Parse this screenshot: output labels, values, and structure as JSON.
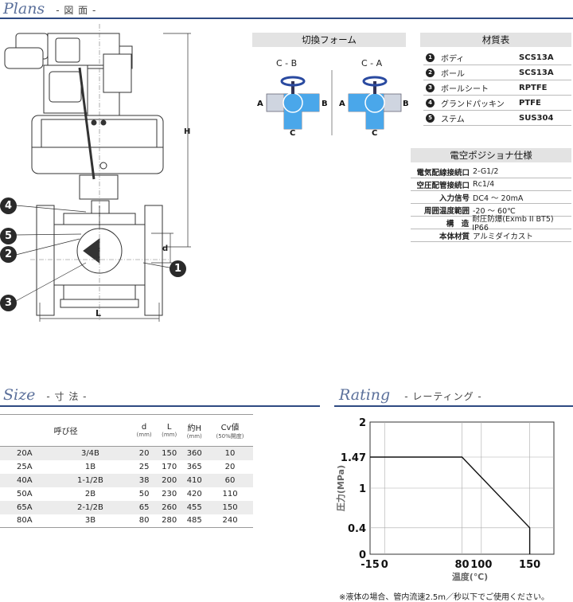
{
  "sections": {
    "plans": {
      "title": "Plans",
      "subtitle": "- 図 面 -"
    },
    "size": {
      "title": "Size",
      "subtitle": "- 寸 法 -"
    },
    "rating": {
      "title": "Rating",
      "subtitle": "- レーティング -"
    }
  },
  "drawing": {
    "dim_H": "H",
    "dim_d": "d",
    "dim_L": "L",
    "callouts": [
      "4",
      "5",
      "2",
      "3",
      "1"
    ]
  },
  "switching": {
    "title": "切換フォーム",
    "left_label": "C - B",
    "right_label": "C - A",
    "port_a": "A",
    "port_b": "B",
    "port_c": "C"
  },
  "materials": {
    "title": "材質表",
    "rows": [
      {
        "num": "1",
        "part": "ボディ",
        "material": "SCS13A"
      },
      {
        "num": "2",
        "part": "ボール",
        "material": "SCS13A"
      },
      {
        "num": "3",
        "part": "ボールシート",
        "material": "RPTFE"
      },
      {
        "num": "4",
        "part": "グランドパッキン",
        "material": "PTFE"
      },
      {
        "num": "5",
        "part": "ステム",
        "material": "SUS304"
      }
    ]
  },
  "positioner": {
    "title": "電空ポジショナ仕様",
    "rows": [
      {
        "key": "電気配線接続口",
        "value": "2-G1/2"
      },
      {
        "key": "空圧配管接続口",
        "value": "Rc1/4"
      },
      {
        "key": "入力信号",
        "value": "DC4 ～ 20mA"
      },
      {
        "key": "周囲温度範囲",
        "value": "-20 ～ 60℃"
      },
      {
        "key": "構　造",
        "value": "耐圧防爆(Exmb II BT5) IP66"
      },
      {
        "key": "本体材質",
        "value": "アルミダイカスト"
      }
    ]
  },
  "size_table": {
    "headers": {
      "nominal": "呼び径",
      "d": "d",
      "L": "L",
      "H": "約H",
      "cv": "Cv値",
      "unit": "(mm)",
      "cv_note": "(50%開度)"
    },
    "rows": [
      [
        "20A",
        "3/4B",
        "20",
        "150",
        "360",
        "10"
      ],
      [
        "25A",
        "1B",
        "25",
        "170",
        "365",
        "20"
      ],
      [
        "40A",
        "1-1/2B",
        "38",
        "200",
        "410",
        "60"
      ],
      [
        "50A",
        "2B",
        "50",
        "230",
        "420",
        "110"
      ],
      [
        "65A",
        "2-1/2B",
        "65",
        "260",
        "455",
        "150"
      ],
      [
        "80A",
        "3B",
        "80",
        "280",
        "485",
        "240"
      ]
    ]
  },
  "chart_data": {
    "type": "line",
    "xlabel": "温度(℃)",
    "ylabel": "圧力(MPa)",
    "xlim": [
      -15,
      175
    ],
    "ylim": [
      0,
      2
    ],
    "x_ticks": [
      -15,
      0,
      80,
      100,
      150
    ],
    "y_ticks": [
      0,
      0.4,
      1,
      1.47,
      2
    ],
    "x_tick_labels": [
      "-15",
      "0",
      "80",
      "100",
      "150"
    ],
    "y_tick_labels": [
      "0",
      "0.4",
      "1",
      "1.47",
      "2"
    ],
    "series": [
      {
        "x": [
          -15,
          80,
          150,
          150
        ],
        "y": [
          1.47,
          1.47,
          0.4,
          0
        ]
      }
    ],
    "grid": true
  },
  "note": "※液体の場合、管内流速2.5m／秒以下でご使用ください。"
}
